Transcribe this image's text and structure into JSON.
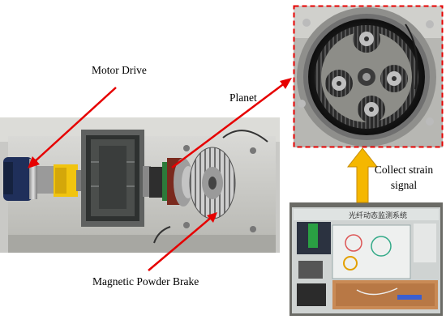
{
  "labels": {
    "motor_drive": "Motor Drive",
    "planet": "Planet",
    "collect_strain_line1": "Collect strain",
    "collect_strain_line2": "signal",
    "magnetic_powder_brake": "Magnetic Powder Brake"
  },
  "panel_text": "光纤动态监测系统",
  "colors": {
    "arrow_red": "#e60000",
    "dashed_box": "#e60000",
    "arrow_yellow": "#f5b700",
    "arrow_yellow_outline": "#c58a00"
  }
}
